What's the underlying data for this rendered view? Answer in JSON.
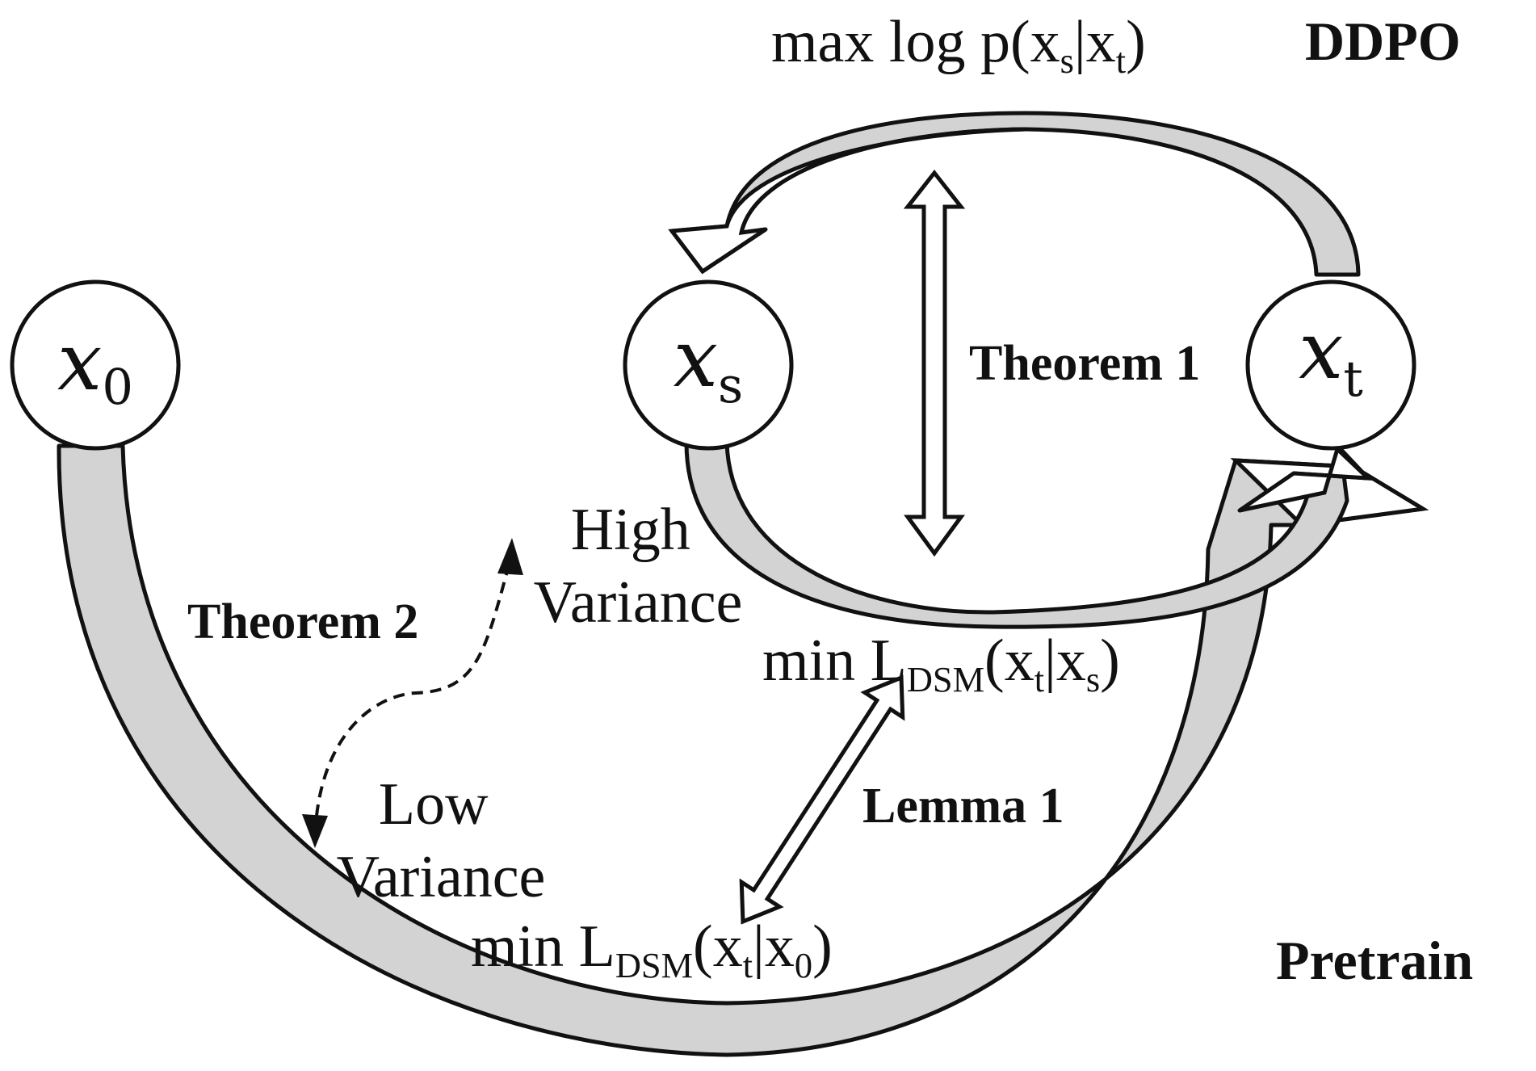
{
  "nodes": {
    "x0": {
      "base": "x",
      "sub": "0"
    },
    "xs": {
      "base": "x",
      "sub": "s"
    },
    "xt": {
      "base": "x",
      "sub": "t"
    }
  },
  "top": {
    "objective": {
      "pre": "max log p(x",
      "s": "s",
      "mid": "|x",
      "t": "t",
      "post": ")"
    },
    "method": "DDPO"
  },
  "middle": {
    "theorem1": "Theorem 1",
    "objective": {
      "pre": "min L",
      "dsm": "DSM",
      "open": "(x",
      "t": "t",
      "mid": "|x",
      "s": "s",
      "post": ")"
    }
  },
  "bottom": {
    "objective": {
      "pre": "min L",
      "dsm": "DSM",
      "open": "(x",
      "t": "t",
      "mid": "|x",
      "zero": "0",
      "post": ")"
    },
    "method": "Pretrain"
  },
  "left": {
    "theorem2": "Theorem 2",
    "high": [
      "High",
      "Variance"
    ],
    "low": [
      "Low",
      "Variance"
    ]
  },
  "lemma": "Lemma 1",
  "colors": {
    "band": "#d3d3d3",
    "stroke": "#111111",
    "background": "#ffffff"
  }
}
